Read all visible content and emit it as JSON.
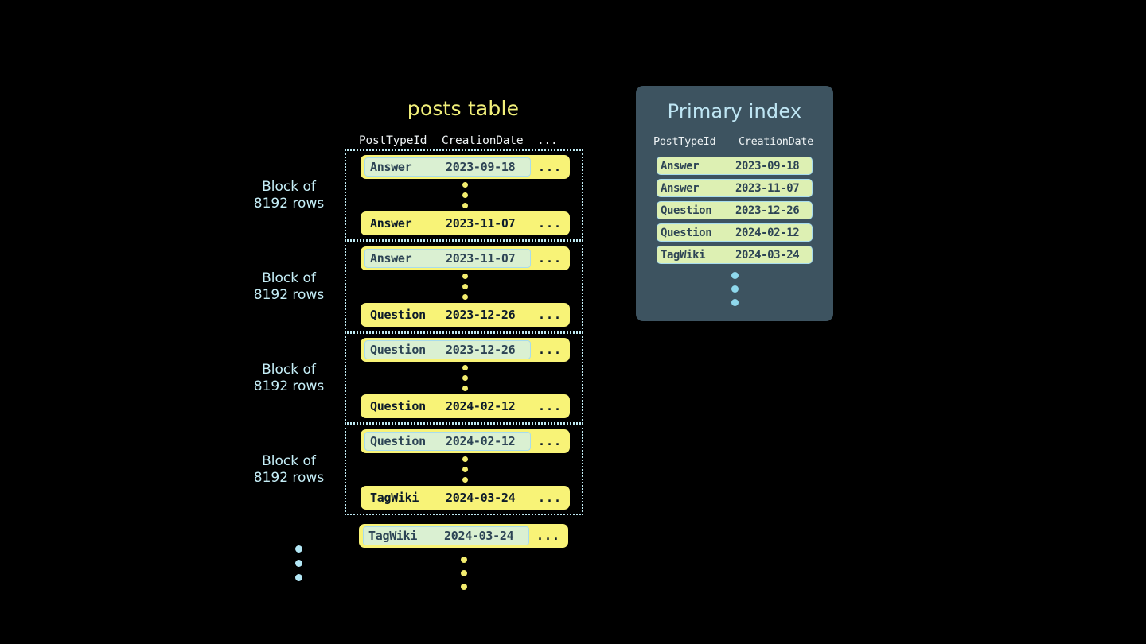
{
  "posts_table": {
    "title": "posts table",
    "columns": {
      "post_type_id": "PostTypeId",
      "creation_date": "CreationDate",
      "more": "..."
    },
    "block_label": "Block of\n8192 rows",
    "blocks": [
      {
        "label": "Block of\n8192 rows",
        "first_row": {
          "type": "Answer",
          "date": "2023-09-18",
          "more": "...",
          "highlighted": true
        },
        "last_row": {
          "type": "Answer",
          "date": "2023-11-07",
          "more": "...",
          "highlighted": false
        }
      },
      {
        "label": "Block of\n8192 rows",
        "first_row": {
          "type": "Answer",
          "date": "2023-11-07",
          "more": "...",
          "highlighted": true
        },
        "last_row": {
          "type": "Question",
          "date": "2023-12-26",
          "more": "...",
          "highlighted": false
        }
      },
      {
        "label": "Block of\n8192 rows",
        "first_row": {
          "type": "Question",
          "date": "2023-12-26",
          "more": "...",
          "highlighted": true
        },
        "last_row": {
          "type": "Question",
          "date": "2024-02-12",
          "more": "...",
          "highlighted": false
        }
      },
      {
        "label": "Block of\n8192 rows",
        "first_row": {
          "type": "Question",
          "date": "2024-02-12",
          "more": "...",
          "highlighted": true
        },
        "last_row": {
          "type": "TagWiki",
          "date": "2024-03-24",
          "more": "...",
          "highlighted": false
        }
      }
    ],
    "tail_row": {
      "type": "TagWiki",
      "date": "2024-03-24",
      "more": "...",
      "highlighted": true
    }
  },
  "primary_index": {
    "title": "Primary index",
    "columns": {
      "post_type_id": "PostTypeId",
      "creation_date": "CreationDate"
    },
    "rows": [
      {
        "type": "Answer",
        "date": "2023-09-18"
      },
      {
        "type": "Answer",
        "date": "2023-11-07"
      },
      {
        "type": "Question",
        "date": "2023-12-26"
      },
      {
        "type": "Question",
        "date": "2024-02-12"
      },
      {
        "type": "TagWiki",
        "date": "2024-03-24"
      }
    ]
  },
  "colors": {
    "background": "#000000",
    "row_yellow": "#f8f377",
    "highlight_green": "#daf0d2",
    "highlight_border": "#a8dced",
    "panel_slate": "#3d5360",
    "cyan_text": "#bfe6f4",
    "yellow_title": "#f2f07a",
    "index_row_green": "#ddf0b3"
  }
}
